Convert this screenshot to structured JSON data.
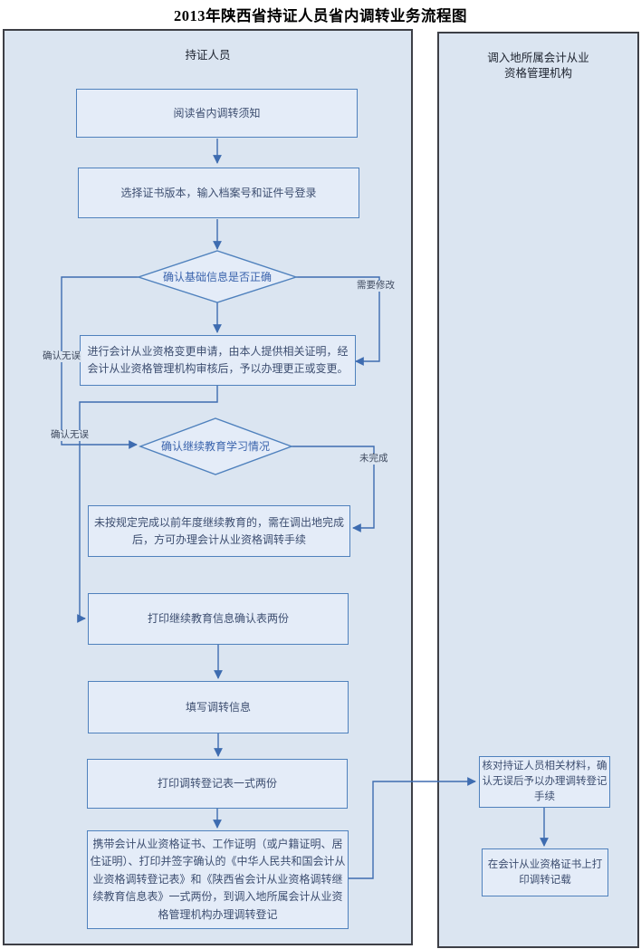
{
  "title": "2013年陕西省持证人员省内调转业务流程图",
  "lanes": {
    "holder": {
      "header": "持证人员"
    },
    "agency": {
      "header_lines": [
        "调入地所属会计从业",
        "资格管理机构"
      ]
    }
  },
  "nodes": {
    "read_notice": {
      "type": "process",
      "text": "阅读省内调转须知"
    },
    "login": {
      "type": "process",
      "text": "选择证书版本，输入档案号和证件号登录"
    },
    "confirm_basic_info": {
      "type": "decision",
      "text": "确认基础信息是否正确"
    },
    "change_request": {
      "type": "process",
      "text": "进行会计从业资格变更申请，由本人提供相关证明，经会计从业资格管理机构审核后，予以办理更正或变更。"
    },
    "confirm_education": {
      "type": "decision",
      "text": "确认继续教育学习情况"
    },
    "incomplete_education": {
      "type": "process",
      "text": "未按规定完成以前年度继续教育的，需在调出地完成后，方可办理会计从业资格调转手续"
    },
    "print_education_form": {
      "type": "process",
      "text": "打印继续教育信息确认表两份"
    },
    "fill_transfer_info": {
      "type": "process",
      "text": "填写调转信息"
    },
    "print_transfer_form": {
      "type": "process",
      "text": "打印调转登记表一式两份"
    },
    "bring_materials": {
      "type": "process",
      "text": "携带会计从业资格证书、工作证明（或户籍证明、居住证明）、打印并签字确认的《中华人民共和国会计从业资格调转登记表》和《陕西省会计从业资格调转继续教育信息表》一式两份，到调入地所属会计从业资格管理机构办理调转登记"
    },
    "verify_materials": {
      "type": "process",
      "text": "核对持证人员相关材料，确认无误后予以办理调转登记手续"
    },
    "print_record": {
      "type": "process",
      "text": "在会计从业资格证书上打印调转记载"
    }
  },
  "edge_labels": {
    "need_modify": "需要修改",
    "confirmed_ok_1": "确认无误",
    "confirmed_ok_2": "确认无误",
    "not_completed": "未完成"
  },
  "colors": {
    "lane_bg": "#dbe5f1",
    "lane_border": "#3d3f46",
    "node_fill": "#e4ecf8",
    "node_border": "#4f81bd",
    "edge": "#3e6cb0",
    "node_text": "#3d4e70",
    "diamond_text": "#3a63ac",
    "label_text": "#3f4a5f",
    "title_text": "#000000"
  }
}
